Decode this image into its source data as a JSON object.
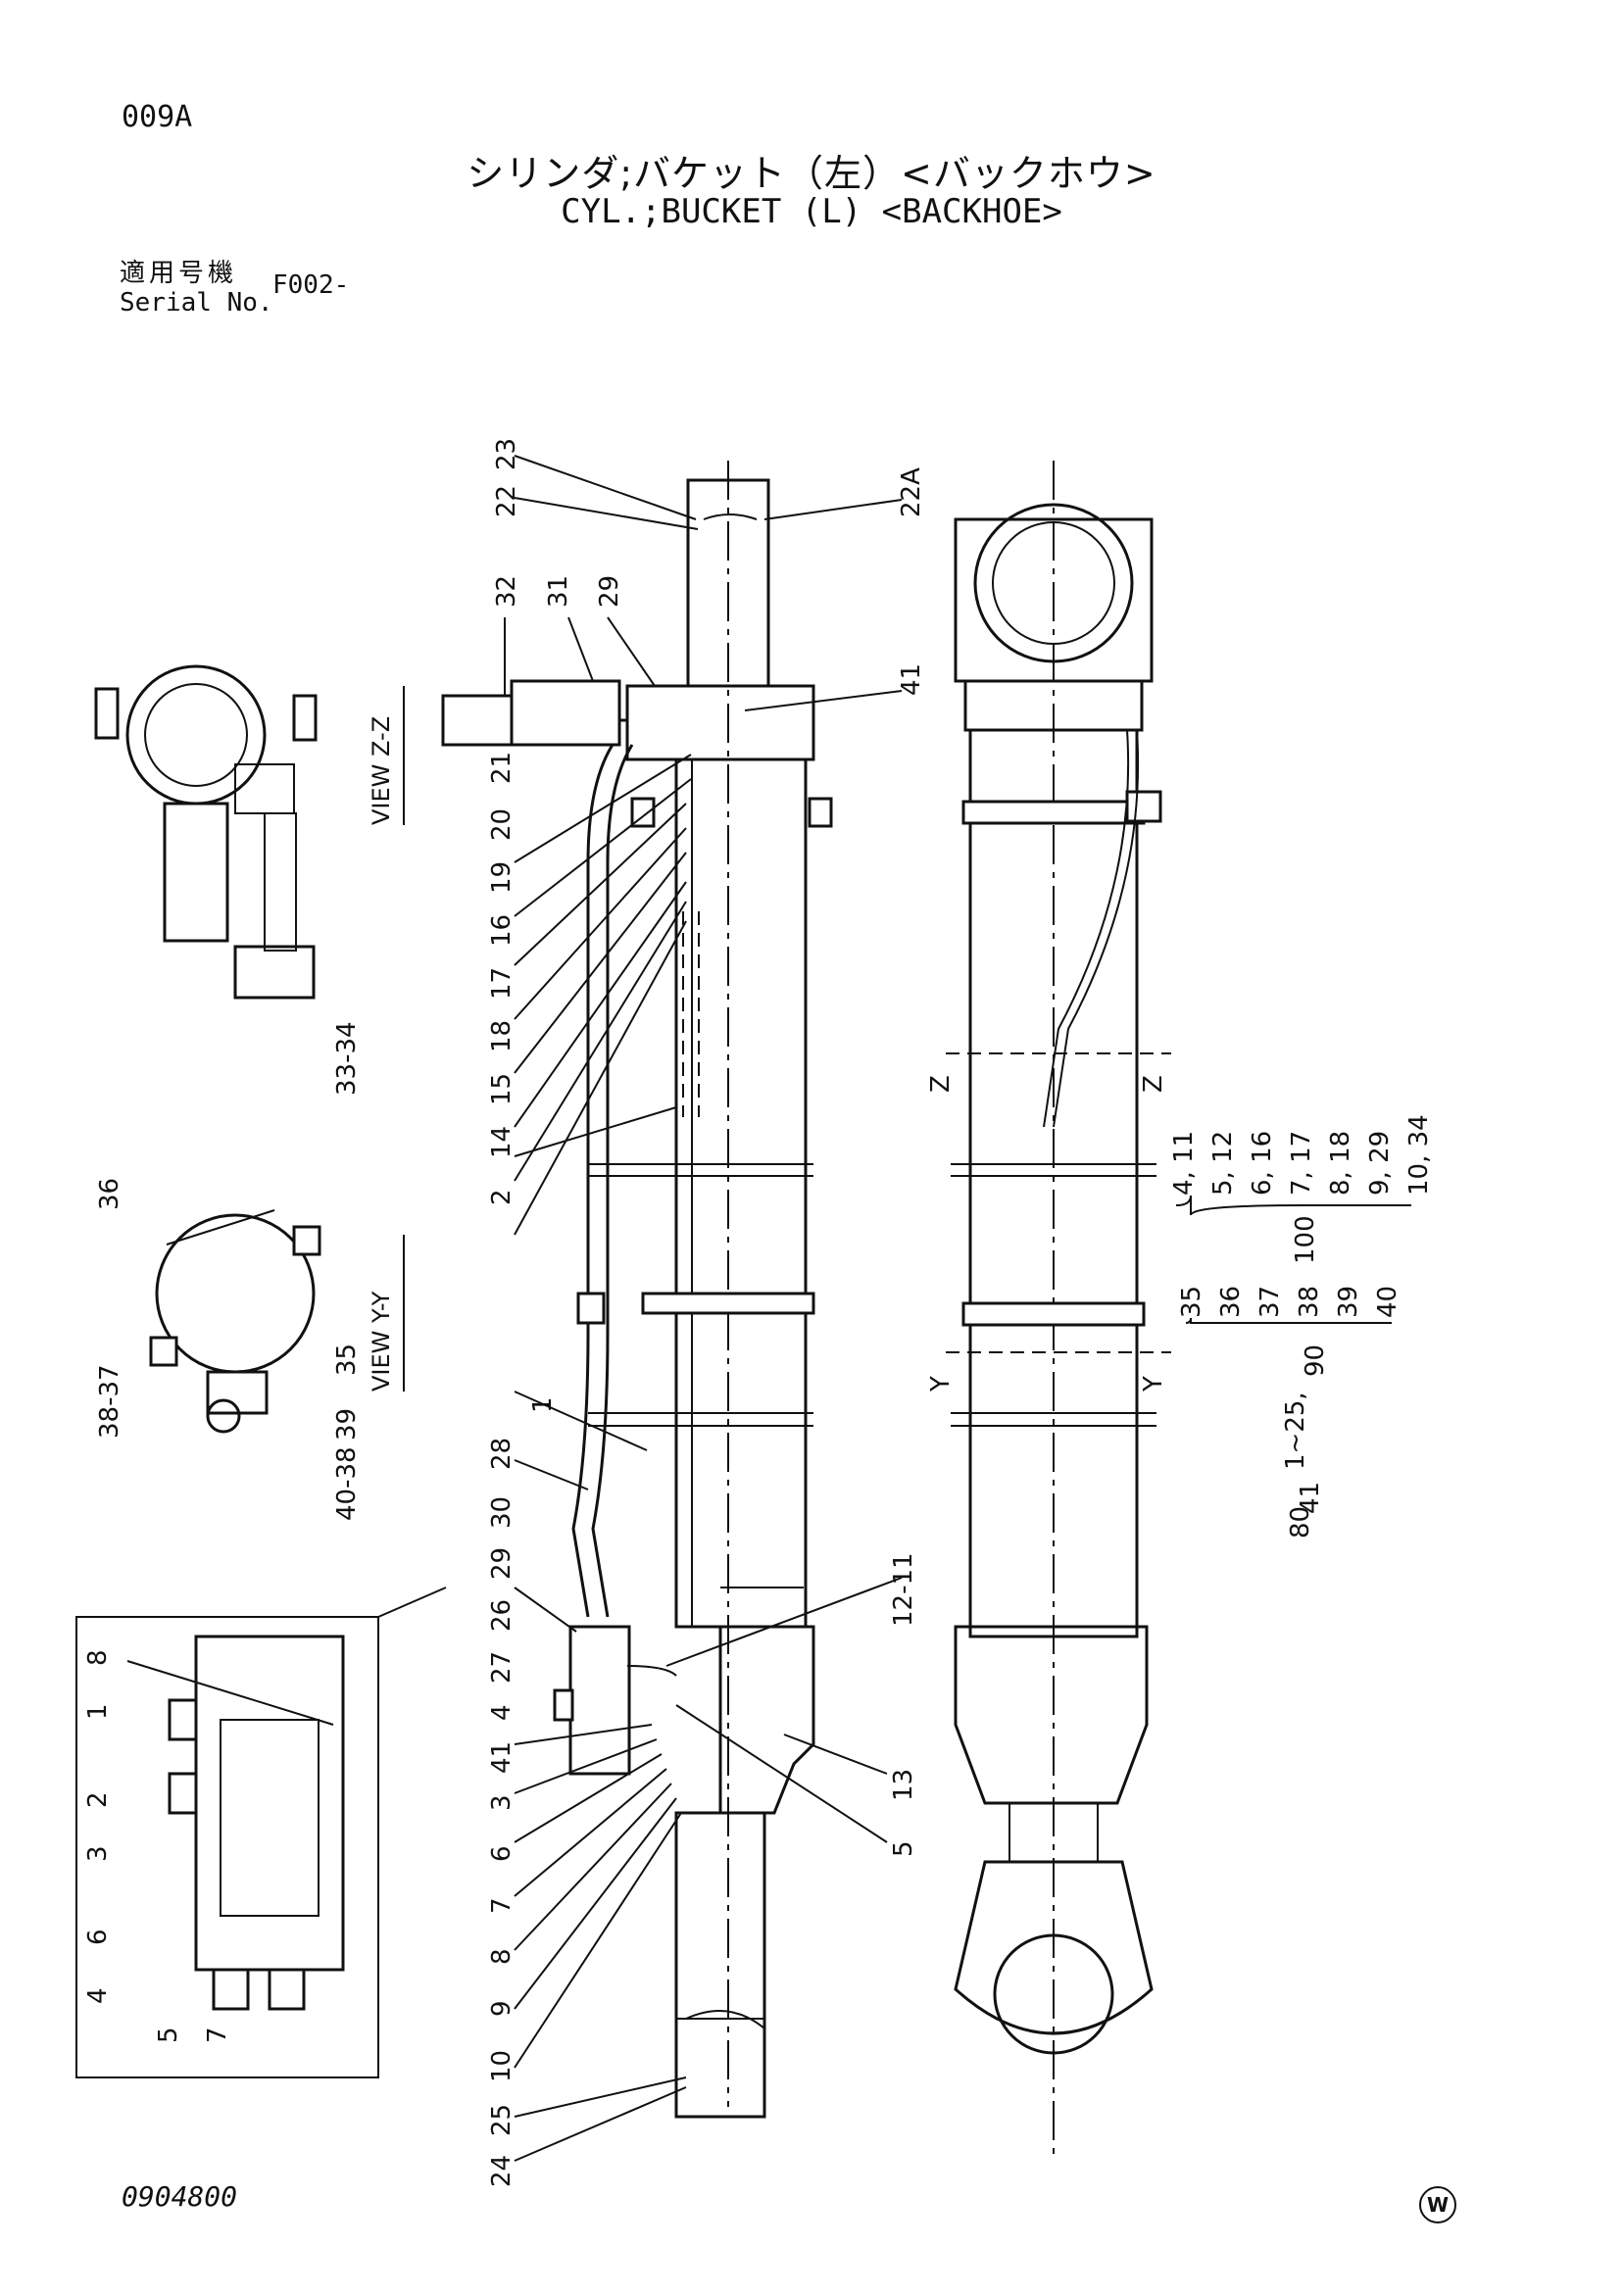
{
  "header": {
    "page_code": "009A",
    "title_jp": "シリンダ;バケット（左）<バックホウ>",
    "title_en": "CYL.;BUCKET (L) <BACKHOE>",
    "serial_label_jp": "適用号機",
    "serial_label_en": "Serial No.",
    "serial_value": "F002-"
  },
  "views": {
    "view_zz": "VIEW Z-Z",
    "view_yy": "VIEW Y-Y",
    "section_z_left": "Z",
    "section_z_right": "Z",
    "section_y_left": "Y",
    "section_y_right": "Y"
  },
  "callouts": {
    "c23": "23",
    "c22": "22",
    "c22A": "22A",
    "c32": "32",
    "c31": "31",
    "c29top": "29",
    "c41top": "41",
    "c21": "21",
    "c20": "20",
    "c19": "19",
    "c16": "16",
    "c17": "17",
    "c18": "18",
    "c15": "15",
    "c14": "14",
    "c2": "2",
    "c33_34": "33-34",
    "c36": "36",
    "c35": "35",
    "c38_37": "38-37",
    "c39": "39",
    "c40_38": "40-38",
    "c28": "28",
    "c1": "1",
    "c30": "30",
    "c29": "29",
    "c26": "26",
    "c27": "27",
    "c4": "4",
    "c41": "41",
    "c3": "3",
    "c6": "6",
    "c7": "7",
    "c8": "8",
    "c9": "9",
    "c10": "10",
    "c25": "25",
    "c24": "24",
    "c12_11": "12-11",
    "c13": "13",
    "c5": "5",
    "d8": "8",
    "d1": "1",
    "d2": "2",
    "d3": "3",
    "d6": "6",
    "d4": "4",
    "d5": "5",
    "d7": "7"
  },
  "kits": {
    "k100_label": "100",
    "k100_items": [
      "4, 11",
      "5, 12",
      "6, 16",
      "7, 17",
      "8, 18",
      "9, 29",
      "10, 34"
    ],
    "k90_label": "90",
    "k90_items": [
      "35",
      "36",
      "37",
      "38",
      "39",
      "40"
    ],
    "k80_label": "80",
    "k80_items": [
      "1~25,",
      "41"
    ]
  },
  "footer": {
    "doc_number": "0904800",
    "maker_mark": "W"
  }
}
